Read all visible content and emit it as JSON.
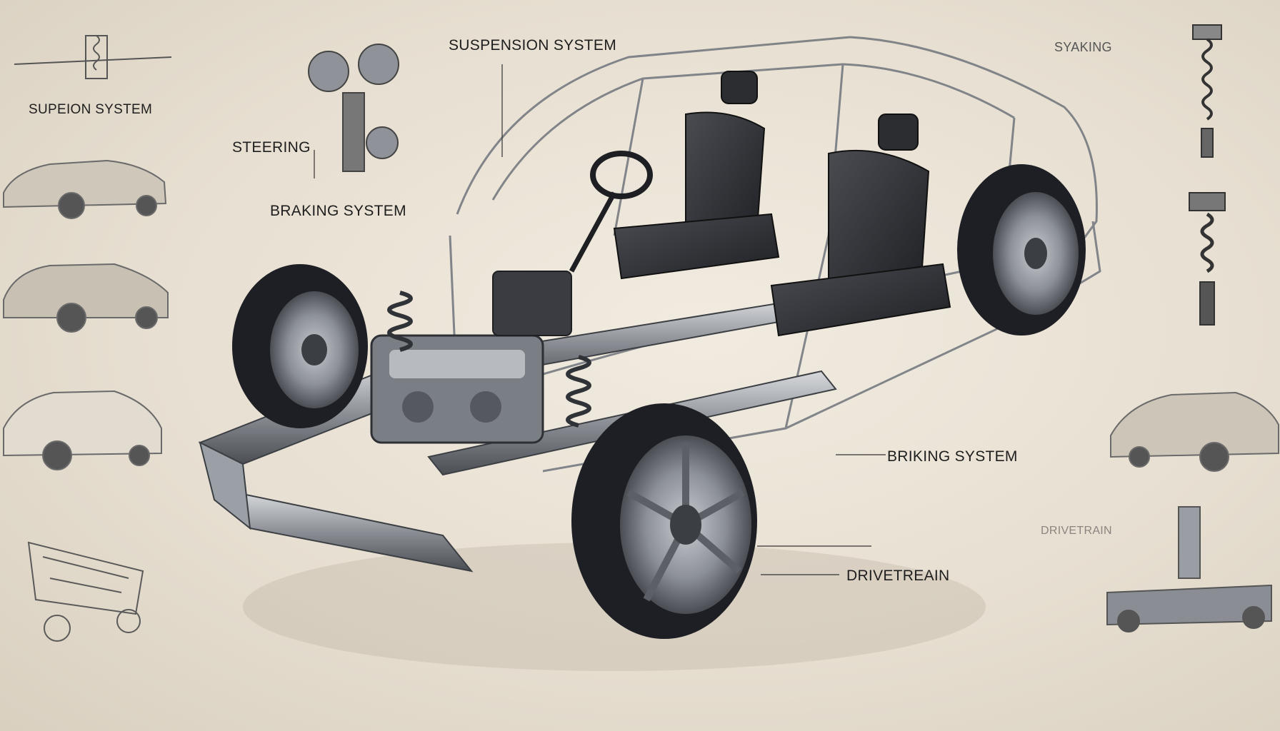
{
  "labels": {
    "suspension_top": "SUSPENSION SYSTEM",
    "suspension_left": "SUPEION SYSTEM",
    "steering": "STEERING",
    "braking_top": "BRAKING SYSTEM",
    "syaking": "SYAKING",
    "braking_right": "BRIKING SYSTEM",
    "drivetrain_faint": "DRIVETRAIN",
    "drivetrain_bottom": "DRIVETREAIN"
  },
  "colors": {
    "background": "#e9e2d6",
    "metal": "#8a8f96",
    "tire": "#1d1f24",
    "seat": "#2b2d31"
  },
  "icons": {
    "steering_column": "steering-column-icon",
    "shock_absorber": "shock-absorber-icon",
    "car_sketch": "car-sketch-icon"
  }
}
